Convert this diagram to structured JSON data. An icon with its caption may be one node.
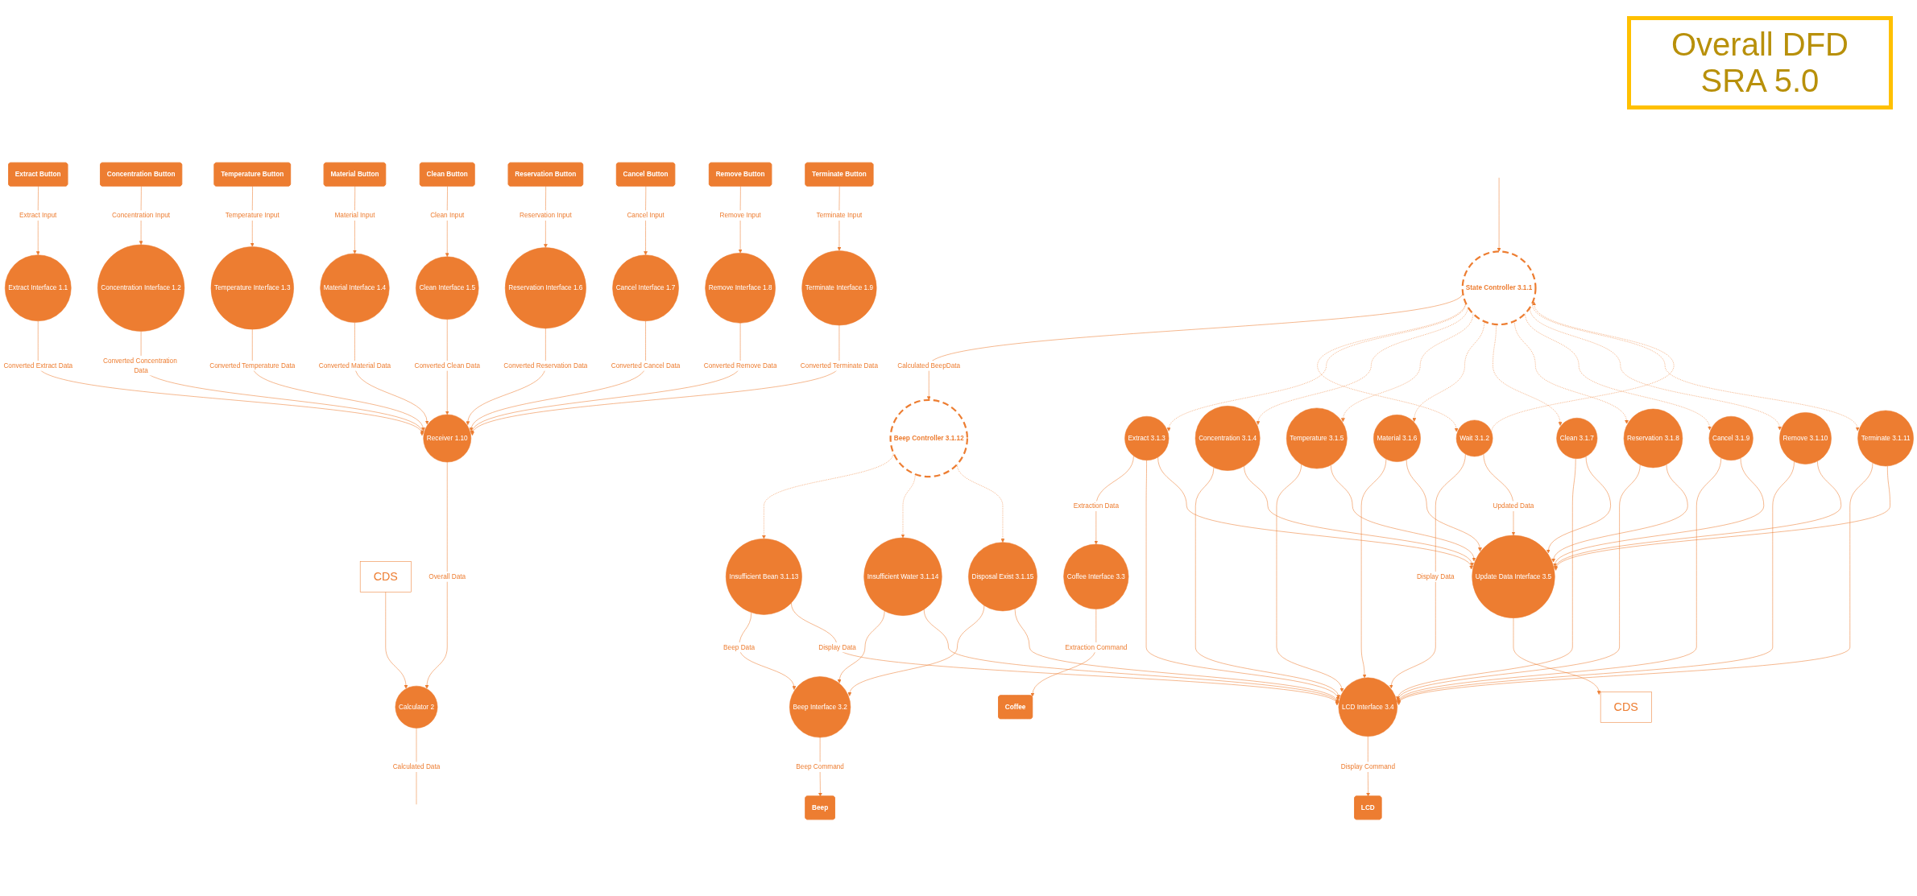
{
  "diagram": {
    "title": "Overall DFD SRA 5.0",
    "nodes": [
      {
        "text": [
          "Extract Button"
        ]
      },
      {
        "text": [
          "Concentration Button"
        ]
      },
      {
        "text": [
          "Temperature Button"
        ]
      },
      {
        "text": [
          "Material Button"
        ]
      },
      {
        "text": [
          "Clean Button"
        ]
      },
      {
        "text": [
          "Reservation Button"
        ]
      },
      {
        "text": [
          "Cancel Button"
        ]
      },
      {
        "text": [
          "Remove Button"
        ]
      },
      {
        "text": [
          "Terminate Button"
        ]
      },
      {
        "text": [
          "Extract Interface 1.1"
        ]
      },
      {
        "text": [
          "Concentration Interface 1.2"
        ]
      },
      {
        "text": [
          "Temperature Interface 1.3"
        ]
      },
      {
        "text": [
          "Material Interface 1.4"
        ]
      },
      {
        "text": [
          "Clean Interface 1.5"
        ]
      },
      {
        "text": [
          "Reservation Interface 1.6"
        ]
      },
      {
        "text": [
          "Cancel Interface 1.7"
        ]
      },
      {
        "text": [
          "Remove Interface 1.8"
        ]
      },
      {
        "text": [
          "Terminate Interface 1.9"
        ]
      },
      {
        "text": [
          "Receiver 1.10"
        ]
      },
      {
        "text": [
          "Calculator 2"
        ]
      },
      {
        "text": [
          "CDS"
        ]
      },
      {
        "text": [
          "Beep Controller 3.1.12"
        ]
      },
      {
        "text": [
          "State Controller 3.1.1"
        ]
      },
      {
        "text": [
          "Insufficient Bean 3.1.13"
        ]
      },
      {
        "text": [
          "Insufficient Water 3.1.14"
        ]
      },
      {
        "text": [
          "Disposal Exist 3.1.15"
        ]
      },
      {
        "text": [
          "Wait 3.1.2"
        ]
      },
      {
        "text": [
          "Extract 3.1.3"
        ]
      },
      {
        "text": [
          "Concentration 3.1.4"
        ]
      },
      {
        "text": [
          "Temperature 3.1.5"
        ]
      },
      {
        "text": [
          "Material 3.1.6"
        ]
      },
      {
        "text": [
          "Clean 3.1.7"
        ]
      },
      {
        "text": [
          "Reservation 3.1.8"
        ]
      },
      {
        "text": [
          "Cancel 3.1.9"
        ]
      },
      {
        "text": [
          "Remove 3.1.10"
        ]
      },
      {
        "text": [
          "Terminate 3.1.11"
        ]
      },
      {
        "text": [
          "Beep Interface 3.2"
        ]
      },
      {
        "text": [
          "Coffee Interface 3.3"
        ]
      },
      {
        "text": [
          "LCD Interface 3.4"
        ]
      },
      {
        "text": [
          "Update Data Interface 3.5"
        ]
      },
      {
        "text": [
          "Beep"
        ]
      },
      {
        "text": [
          "Coffee"
        ]
      },
      {
        "text": [
          "LCD"
        ]
      },
      {
        "text": [
          "CDS"
        ]
      }
    ],
    "edges": [
      {
        "from": 0,
        "to": 9,
        "arrow": "to",
        "label": "Extract Input"
      },
      {
        "from": 1,
        "to": 10,
        "arrow": "to",
        "label": "Concentration Input"
      },
      {
        "from": 2,
        "to": 11,
        "arrow": "to",
        "label": "Temperature Input"
      },
      {
        "from": 3,
        "to": 12,
        "arrow": "to",
        "label": "Material Input"
      },
      {
        "from": 4,
        "to": 13,
        "arrow": "to",
        "label": "Clean Input"
      },
      {
        "from": 5,
        "to": 14,
        "arrow": "to",
        "label": "Reservation Input"
      },
      {
        "from": 6,
        "to": 15,
        "arrow": "to",
        "label": "Cancel Input"
      },
      {
        "from": 7,
        "to": 16,
        "arrow": "to",
        "label": "Remove Input"
      },
      {
        "from": 8,
        "to": 17,
        "arrow": "to",
        "label": "Terminate Input"
      },
      {
        "from": 9,
        "to": 18,
        "arrow": "to",
        "label": "Converted Extract Data"
      },
      {
        "from": 10,
        "to": 18,
        "arrow": "to",
        "label": "Converted Concentration Data"
      },
      {
        "from": 11,
        "to": 18,
        "arrow": "to",
        "label": "Converted Temperature Data"
      },
      {
        "from": 12,
        "to": 18,
        "arrow": "to",
        "label": "Converted Material Data"
      },
      {
        "from": 13,
        "to": 18,
        "arrow": "to",
        "label": "Converted Clean Data"
      },
      {
        "from": 14,
        "to": 18,
        "arrow": "to",
        "label": "Converted Reservation Data"
      },
      {
        "from": 15,
        "to": 18,
        "arrow": "to",
        "label": "Converted Cancel Data"
      },
      {
        "from": 16,
        "to": 18,
        "arrow": "to",
        "label": "Converted Remove Data"
      },
      {
        "from": 17,
        "to": 18,
        "arrow": "to",
        "label": "Converted Terminate Data"
      },
      {
        "from": 18,
        "to": 19,
        "arrow": "to",
        "label": "Overall Data"
      },
      {
        "from": 20,
        "to": 19,
        "arrow": "to"
      },
      {
        "from": 19,
        "to": null,
        "arrow": "none",
        "label": "Calculated Data"
      },
      {
        "from": null,
        "to": 22,
        "arrow": "to"
      },
      {
        "from": 22,
        "to": 21,
        "arrow": "to",
        "label": "Calculated BeepData"
      },
      {
        "from": 21,
        "to": 23,
        "arrow": "to",
        "style": "dashed"
      },
      {
        "from": 21,
        "to": 24,
        "arrow": "to",
        "style": "dashed"
      },
      {
        "from": 21,
        "to": 25,
        "arrow": "to",
        "style": "dashed"
      },
      {
        "from": 22,
        "to": 26,
        "arrow": "to",
        "style": "dashed"
      },
      {
        "from": 26,
        "to": 22,
        "arrow": "to",
        "style": "dashed"
      },
      {
        "from": 22,
        "to": 27,
        "arrow": "to",
        "style": "dashed"
      },
      {
        "from": 22,
        "to": 28,
        "arrow": "to",
        "style": "dashed"
      },
      {
        "from": 22,
        "to": 29,
        "arrow": "to",
        "style": "dashed"
      },
      {
        "from": 22,
        "to": 30,
        "arrow": "to",
        "style": "dashed"
      },
      {
        "from": 22,
        "to": 31,
        "arrow": "to",
        "style": "dashed"
      },
      {
        "from": 22,
        "to": 32,
        "arrow": "to",
        "style": "dashed"
      },
      {
        "from": 22,
        "to": 33,
        "arrow": "to",
        "style": "dashed"
      },
      {
        "from": 22,
        "to": 34,
        "arrow": "to",
        "style": "dashed"
      },
      {
        "from": 22,
        "to": 35,
        "arrow": "to",
        "style": "dashed"
      },
      {
        "from": 23,
        "to": 36,
        "arrow": "to",
        "label": "Beep Data"
      },
      {
        "from": 24,
        "to": 36,
        "arrow": "to"
      },
      {
        "from": 25,
        "to": 36,
        "arrow": "to"
      },
      {
        "from": 23,
        "to": 38,
        "arrow": "to",
        "label": "Display Data"
      },
      {
        "from": 24,
        "to": 38,
        "arrow": "to"
      },
      {
        "from": 25,
        "to": 38,
        "arrow": "to"
      },
      {
        "from": 27,
        "to": 37,
        "arrow": "to",
        "label": "Extraction Data"
      },
      {
        "from": 26,
        "to": 38,
        "arrow": "to",
        "label": "Display Data"
      },
      {
        "from": 27,
        "to": 38,
        "arrow": "to"
      },
      {
        "from": 28,
        "to": 38,
        "arrow": "to"
      },
      {
        "from": 29,
        "to": 38,
        "arrow": "to"
      },
      {
        "from": 30,
        "to": 38,
        "arrow": "to"
      },
      {
        "from": 31,
        "to": 38,
        "arrow": "to"
      },
      {
        "from": 32,
        "to": 38,
        "arrow": "to"
      },
      {
        "from": 33,
        "to": 38,
        "arrow": "to"
      },
      {
        "from": 34,
        "to": 38,
        "arrow": "to"
      },
      {
        "from": 35,
        "to": 38,
        "arrow": "to"
      },
      {
        "from": 26,
        "to": 39,
        "arrow": "to",
        "label": "Updated Data"
      },
      {
        "from": 27,
        "to": 39,
        "arrow": "to"
      },
      {
        "from": 28,
        "to": 39,
        "arrow": "to"
      },
      {
        "from": 29,
        "to": 39,
        "arrow": "to"
      },
      {
        "from": 30,
        "to": 39,
        "arrow": "to"
      },
      {
        "from": 31,
        "to": 39,
        "arrow": "to"
      },
      {
        "from": 32,
        "to": 39,
        "arrow": "to"
      },
      {
        "from": 33,
        "to": 39,
        "arrow": "to"
      },
      {
        "from": 34,
        "to": 39,
        "arrow": "to"
      },
      {
        "from": 35,
        "to": 39,
        "arrow": "to"
      },
      {
        "from": 36,
        "to": 40,
        "arrow": "to",
        "label": "Beep Command"
      },
      {
        "from": 37,
        "to": 41,
        "arrow": "to",
        "label": "Extraction Command"
      },
      {
        "from": 38,
        "to": 42,
        "arrow": "to",
        "label": "Display Command"
      },
      {
        "from": 39,
        "to": 43,
        "arrow": "to"
      }
    ]
  }
}
